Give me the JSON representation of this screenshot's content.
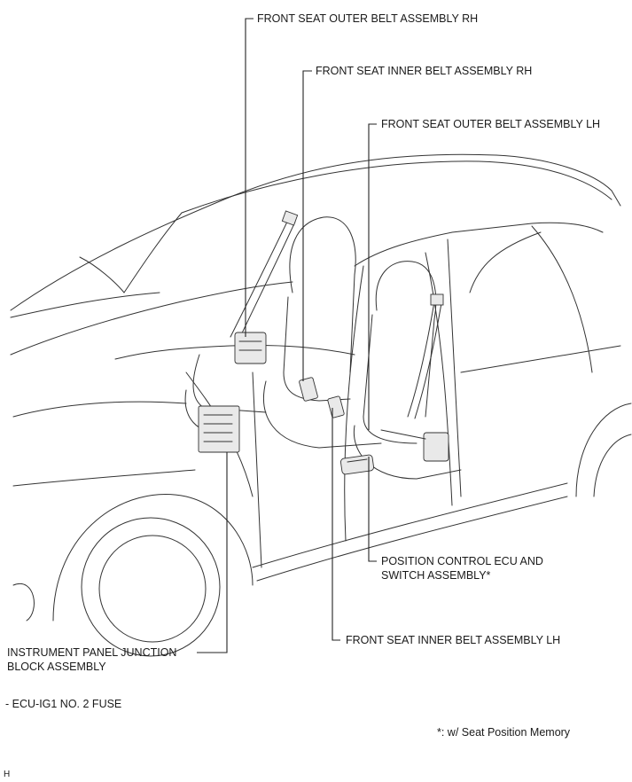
{
  "labels": {
    "outer_rh": "FRONT SEAT OUTER BELT ASSEMBLY RH",
    "inner_rh": "FRONT SEAT INNER BELT ASSEMBLY RH",
    "outer_lh": "FRONT SEAT OUTER BELT ASSEMBLY LH",
    "position_ecu_line1": "POSITION CONTROL ECU AND",
    "position_ecu_line2": "SWITCH ASSEMBLY*",
    "inner_lh": "FRONT SEAT INNER BELT ASSEMBLY LH",
    "junction_line1": "INSTRUMENT PANEL JUNCTION",
    "junction_line2": "BLOCK ASSEMBLY",
    "fuse": "- ECU-IG1 NO. 2 FUSE",
    "footnote": "*: w/ Seat Position Memory",
    "corner_code": "H"
  }
}
